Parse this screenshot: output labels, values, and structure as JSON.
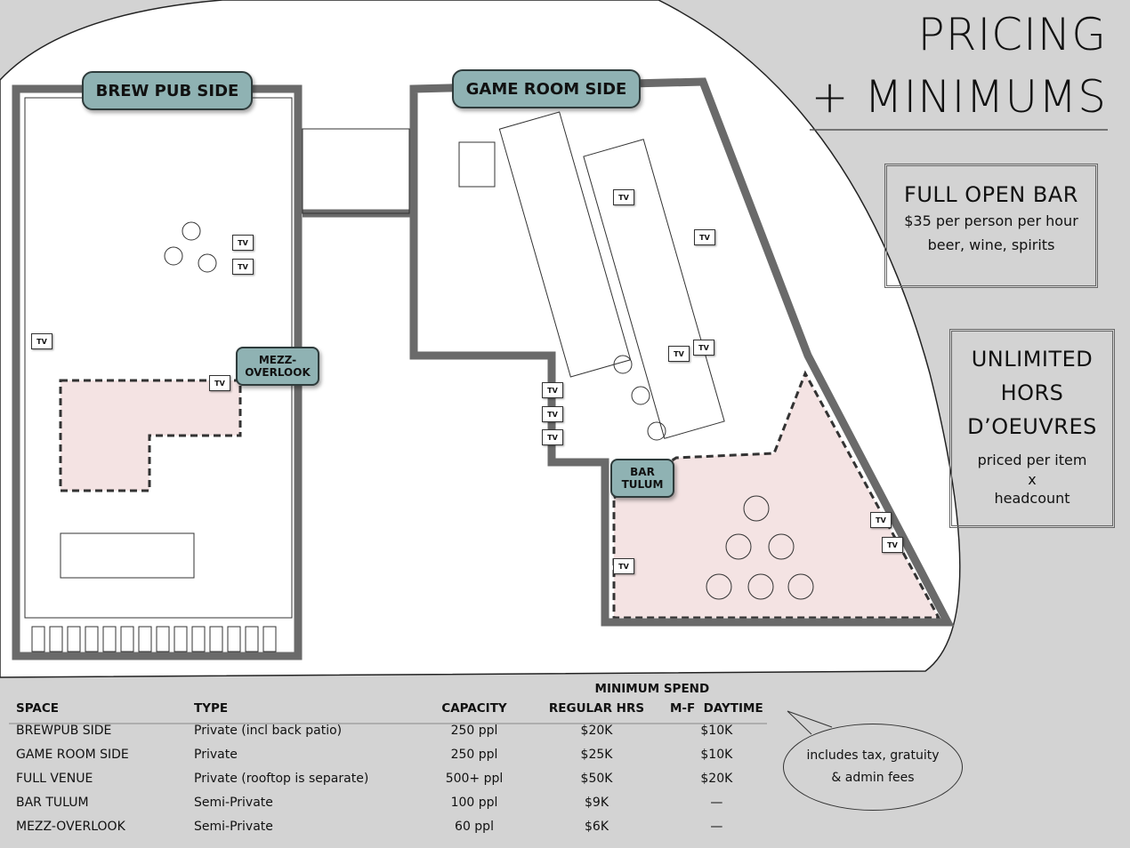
{
  "title": {
    "line1": "PRICING",
    "line2": "+ MINIMUMS"
  },
  "open_bar": {
    "heading": "FULL OPEN BAR",
    "price": "$35 per person per hour",
    "details": "beer, wine, spirits"
  },
  "hors": {
    "heading1": "UNLIMITED",
    "heading2": "HORS",
    "heading3": "D’OEUVRES",
    "line1": "priced per item",
    "line2": "x",
    "line3": "headcount"
  },
  "plan": {
    "brew_pub": "BREW PUB SIDE",
    "game_room": "GAME ROOM SIDE",
    "mezz1": "MEZZ-",
    "mezz2": "OVERLOOK",
    "tulum1": "BAR",
    "tulum2": "TULUM",
    "tv_label": "TV"
  },
  "table": {
    "group_header": "MINIMUM SPEND",
    "headers": [
      "SPACE",
      "TYPE",
      "CAPACITY",
      "REGULAR HRS",
      "M-F  DAYTIME"
    ],
    "rows": [
      [
        "BREWPUB SIDE",
        "Private (incl back patio)",
        "250 ppl",
        "$20K",
        "$10K"
      ],
      [
        "GAME ROOM SIDE",
        "Private",
        "250 ppl",
        "$25K",
        "$10K"
      ],
      [
        "FULL VENUE",
        "Private (rooftop is separate)",
        "500+ ppl",
        "$50K",
        "$20K"
      ],
      [
        "BAR TULUM",
        "Semi-Private",
        "100 ppl",
        "$9K",
        "—"
      ],
      [
        "MEZZ-OVERLOOK",
        "Semi-Private",
        "60 ppl",
        "$6K",
        "—"
      ]
    ]
  },
  "note": {
    "line1": "includes tax, gratuity",
    "line2": "& admin fees"
  },
  "colors": {
    "background": "#d3d3d3",
    "pill": "#8fb2b3",
    "pink": "#f4e3e3",
    "wall": "#666666"
  }
}
